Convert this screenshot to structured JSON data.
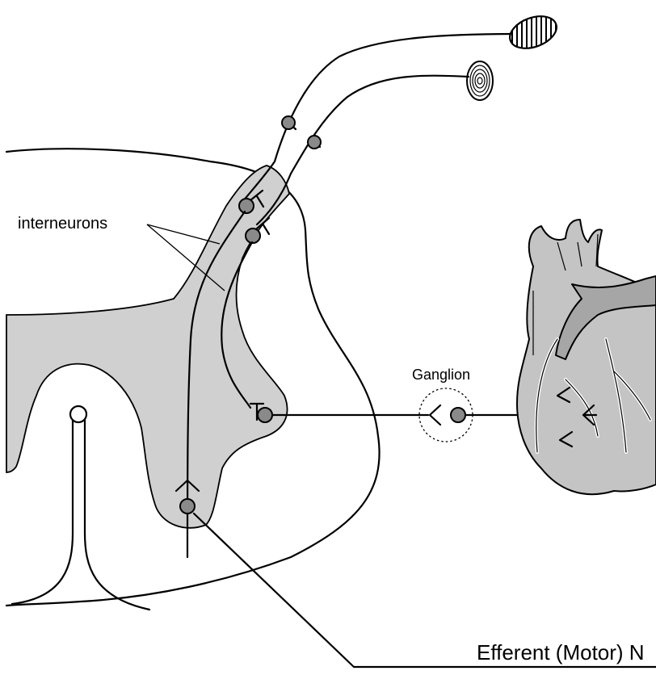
{
  "labels": {
    "interneurons": "interneurons",
    "ganglion": "Ganglion",
    "efferent": "Efferent (Motor) N"
  },
  "colors": {
    "gray_matter": "#d0d0d0",
    "soma": "#8a8a8a",
    "heart_fill": "#c4c4c4",
    "aorta": "#a6a6a6",
    "outline": "#000000"
  },
  "icons": [
    "sensory-receptor-hatched-icon",
    "sensory-receptor-concentric-icon",
    "heart-icon",
    "ganglion-icon"
  ]
}
